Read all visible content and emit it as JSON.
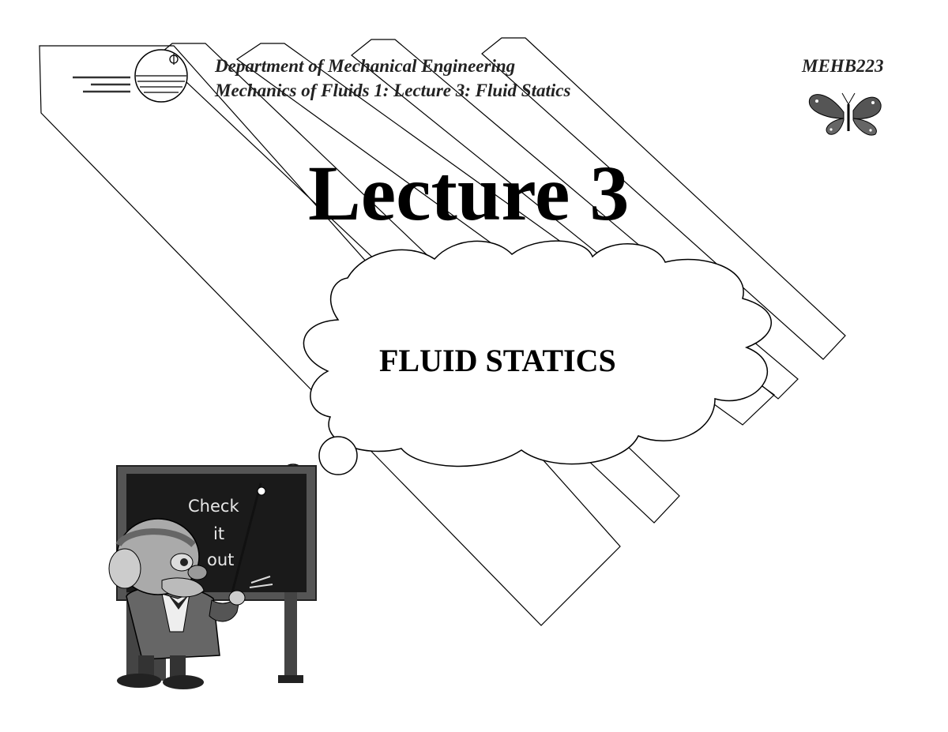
{
  "header": {
    "department": "Department of Mechanical Engineering",
    "course": "Mechanics of Fluids  1: Lecture 3: Fluid Statics",
    "course_code": "MEHB223"
  },
  "slide": {
    "title": "Lecture 3",
    "subtitle": "FLUID STATICS"
  },
  "chalkboard": {
    "lines": [
      "Check",
      "it",
      "out"
    ]
  },
  "icons": [
    "university-logo",
    "butterfly-icon",
    "thought-bubble",
    "teacher-illustration"
  ]
}
